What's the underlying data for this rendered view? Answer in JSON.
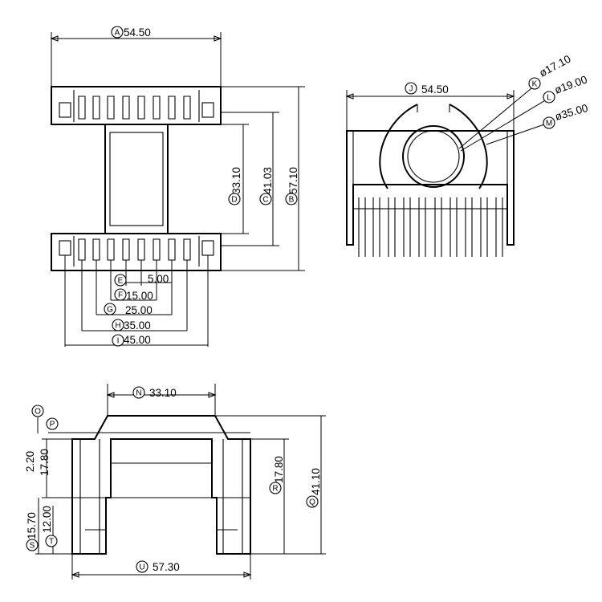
{
  "drawing": {
    "top_view": {
      "A": {
        "letter": "A",
        "value": "54.50"
      },
      "B": {
        "letter": "B",
        "value": "57.10"
      },
      "C": {
        "letter": "C",
        "value": "41.03"
      },
      "D": {
        "letter": "D",
        "value": "33.10"
      },
      "E": {
        "letter": "E",
        "value": "5.00"
      },
      "F": {
        "letter": "F",
        "value": "15.00"
      },
      "G": {
        "letter": "G",
        "value": "25.00"
      },
      "H": {
        "letter": "H",
        "value": "35.00"
      },
      "I": {
        "letter": "I",
        "value": "45.00"
      }
    },
    "end_view": {
      "J": {
        "letter": "J",
        "value": "54.50"
      },
      "K": {
        "letter": "K",
        "value": "ø17.10"
      },
      "L": {
        "letter": "L",
        "value": "ø19.00"
      },
      "M": {
        "letter": "M",
        "value": "ø35.00"
      }
    },
    "side_view": {
      "N": {
        "letter": "N",
        "value": "33.10"
      },
      "O": {
        "letter": "O",
        "value": ""
      },
      "P": {
        "letter": "P",
        "value": ""
      },
      "OP": {
        "value": "2.20"
      },
      "Q": {
        "letter": "Q",
        "value": "41.10"
      },
      "R": {
        "letter": "R",
        "value": "17.80"
      },
      "R2": {
        "value": "17.80"
      },
      "S": {
        "letter": "S",
        "value": "15.70"
      },
      "T": {
        "letter": "T",
        "value": "12.00"
      },
      "U": {
        "letter": "U",
        "value": "57.30"
      }
    }
  }
}
